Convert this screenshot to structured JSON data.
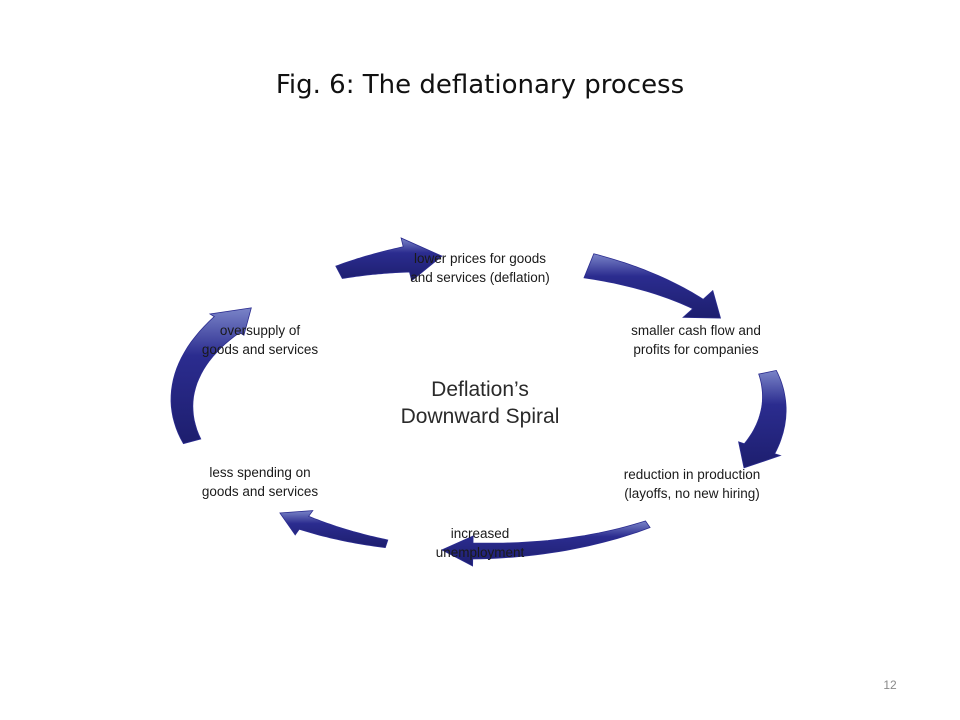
{
  "slide": {
    "title": "Fig. 6: The deflationary process",
    "page_number": "12"
  },
  "diagram": {
    "center_title": "Deflation’s\nDownward Spiral",
    "arrow_color": "#2b2c8f",
    "arrow_highlight": "#7a84c8",
    "arrow_count": 6,
    "steps": [
      "lower prices for goods\nand services (deflation)",
      "smaller cash flow and\nprofits for companies",
      "reduction in production\n(layoffs, no new hiring)",
      "increased\nunemployment",
      "less spending on\ngoods and services",
      "oversupply of\ngoods and services"
    ]
  }
}
